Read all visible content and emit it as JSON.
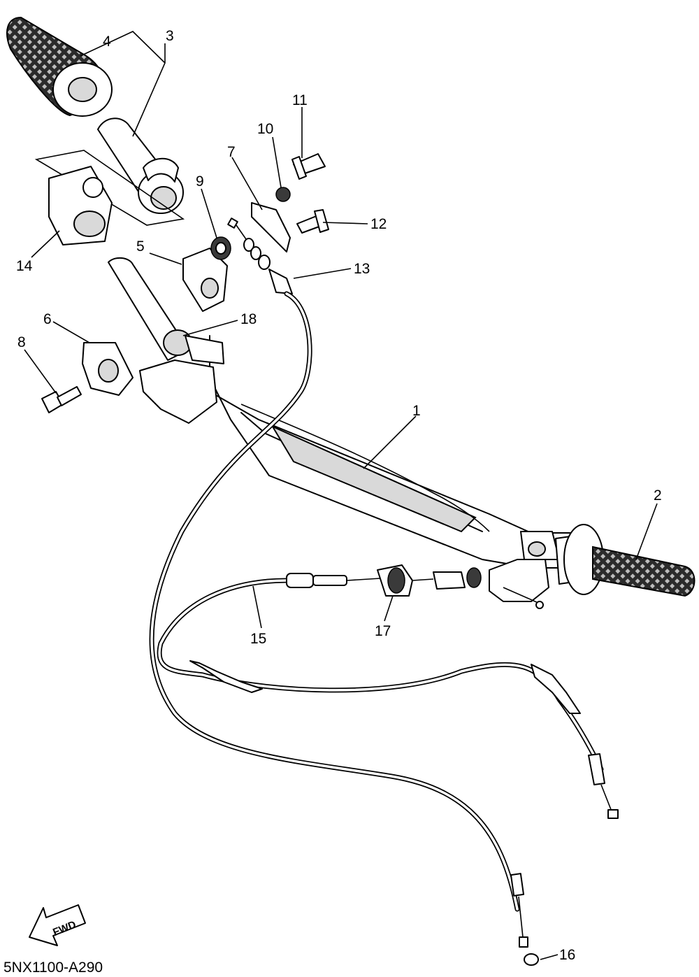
{
  "diagram": {
    "callouts": [
      "1",
      "2",
      "3",
      "4",
      "5",
      "6",
      "7",
      "8",
      "9",
      "10",
      "11",
      "12",
      "13",
      "14",
      "15",
      "16",
      "17",
      "18"
    ],
    "direction_label": "FWD",
    "code": "5NX1100-A290"
  }
}
